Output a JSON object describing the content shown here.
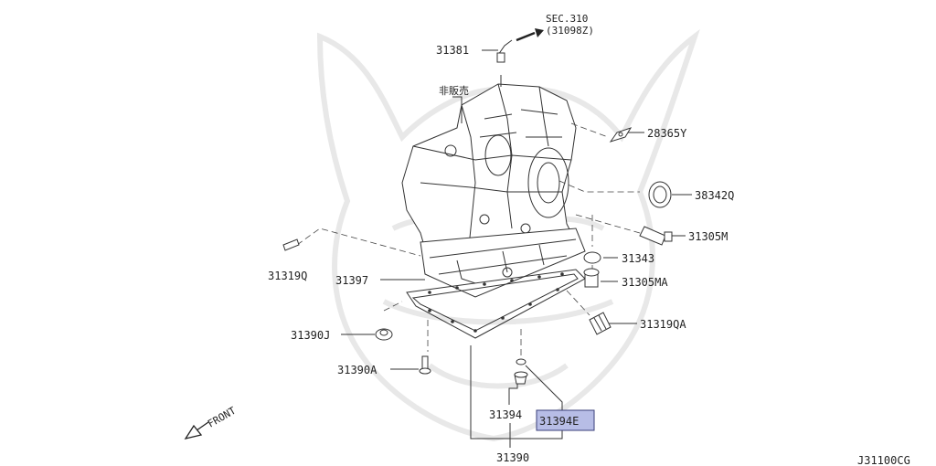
{
  "labels": {
    "p31381": "31381",
    "sec_ref": "SEC.310",
    "sec_ref_sub": "(31098Z)",
    "not_sold": "非販売",
    "p28365Y": "28365Y",
    "p38342Q": "38342Q",
    "p31305M": "31305M",
    "p31343": "31343",
    "p31305MA": "31305MA",
    "p31319QA": "31319QA",
    "p31319Q": "31319Q",
    "p31397": "31397",
    "p31390J": "31390J",
    "p31390A": "31390A",
    "p31394": "31394",
    "p31394E": "31394E",
    "p31390": "31390",
    "front": "FRONT",
    "diagram_code": "J31100CG"
  },
  "highlight_color": "#b7bde6"
}
